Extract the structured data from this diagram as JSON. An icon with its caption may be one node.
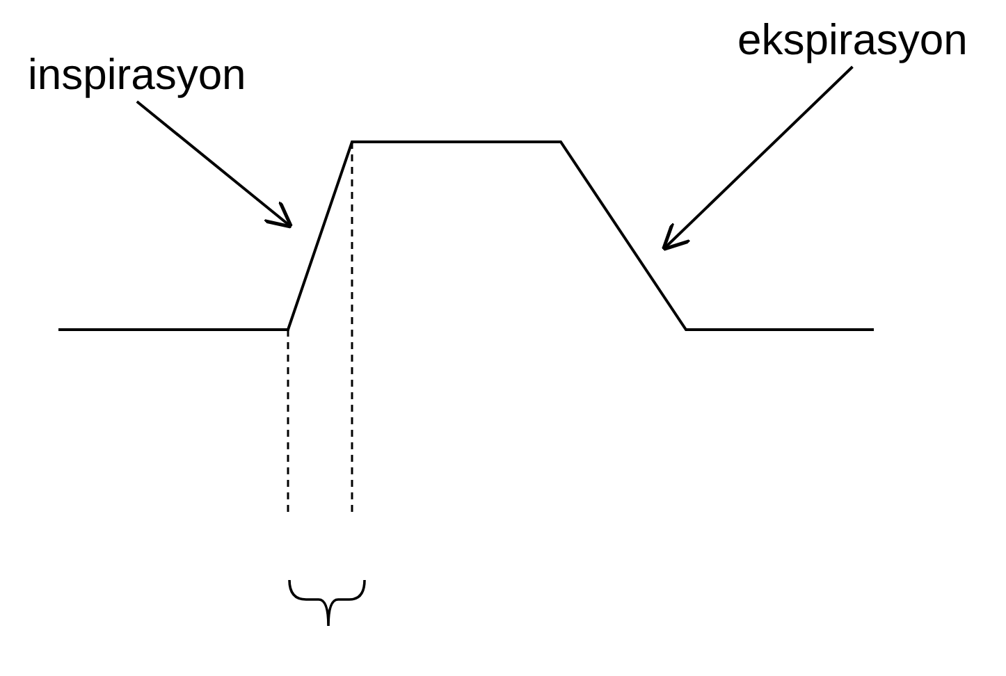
{
  "diagram": {
    "nodes": [
      {
        "text": [
          "inspirasyon"
        ]
      },
      {
        "text": [
          "ekspirasyon"
        ]
      }
    ],
    "edges": [
      {
        "from": 0,
        "to": null,
        "arrow": "to"
      },
      {
        "from": 1,
        "to": null,
        "arrow": "to"
      }
    ]
  }
}
